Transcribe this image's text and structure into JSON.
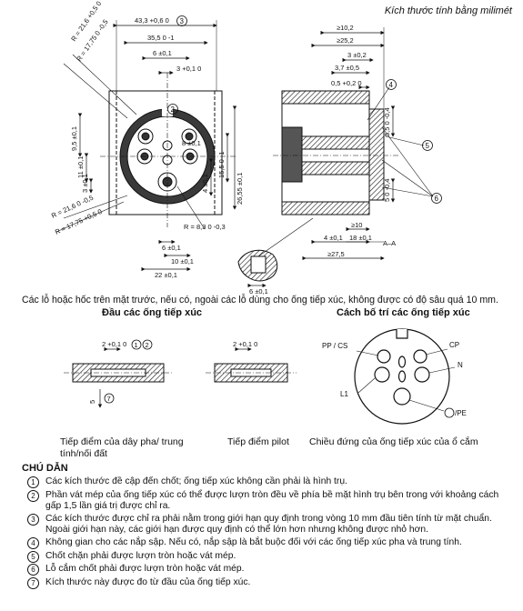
{
  "header": {
    "unit_note": "Kích thước tính bằng milimét"
  },
  "drawing": {
    "front_dims": [
      "43,3 +0,6 0",
      "35,5 0 -1",
      "6 ±0,1",
      "3 +0,1 0",
      "8 ±0,1",
      "9,5 ±0,1",
      "11 ±0,1",
      "3 ±0,1",
      "15,5 0 -1",
      "26,55 ±0,1",
      "4 ±0,1",
      "6 ±0,1",
      "10 ±0,1",
      "22 ±0,1",
      "R = 8,3 0 -0,3",
      "R = 21,6 +0,5 0",
      "R = 17,75 0 -0,5",
      "R = 21,6 0 -0,5",
      "R = 17,75 +0,5 0"
    ],
    "front_circled": [
      "3",
      "2"
    ],
    "side_dims": [
      "≥10,2",
      "≥25,2",
      "3 ±0,2",
      "3,7 ±0,5",
      "0,5 +0,2 0",
      "4 ±0,1",
      "18 ±0,1",
      "≥27,5",
      "≥10",
      "5,5 0 -0,4",
      "5 0 -0,4"
    ],
    "side_circled": [
      "4",
      "5",
      "6"
    ],
    "section_label": "A–A",
    "detail_dim": "6 ±0,1"
  },
  "note_top": "Các lỗ hoặc hốc trên mặt trước, nếu có, ngoài các lỗ dùng cho ống tiếp xúc, không được có độ sâu quá 10 mm.",
  "sections": {
    "contacts_title": "Đầu các ống tiếp xúc",
    "arrangement_title": "Cách bố trí các ống tiếp xúc"
  },
  "contact_dims": {
    "phase_top": "2 +0,1 0",
    "phase_dia": "5",
    "pilot_top": "2 +0,1 0",
    "circled": [
      "1",
      "2",
      "7"
    ]
  },
  "arrangement_labels": {
    "pp_cs": "PP / CS",
    "cp": "CP",
    "n": "N",
    "l1": "L1",
    "pe": "/PE"
  },
  "captions": {
    "phase": "Tiếp điểm của dây pha/ trung tính/nối đất",
    "pilot": "Tiếp điểm pilot",
    "view": "Chiều đứng của ống tiếp xúc của ổ cắm"
  },
  "legend": {
    "title": "CHÚ DẪN",
    "items": [
      {
        "num": "1",
        "text": "Các kích thước đề cập đến chốt; ống tiếp xúc không cần phải là hình trụ."
      },
      {
        "num": "2",
        "text": "Phần vát mép của ống tiếp xúc có thể được lượn tròn đều về phía bề mặt hình trụ bên trong với khoảng cách gấp 1,5 lần giá trị được chỉ ra."
      },
      {
        "num": "3",
        "text": "Các kích thước được chỉ ra phải nằm trong giới hạn quy định trong vòng 10 mm đầu tiên tính từ mặt chuẩn. Ngoài giới hạn này, các giới hạn được quy định có thể lớn hơn nhưng không được nhỏ hơn."
      },
      {
        "num": "4",
        "text": "Không gian cho các nắp sập. Nếu có, nắp sập là bắt buộc đối với các ống tiếp xúc pha và trung tính."
      },
      {
        "num": "5",
        "text": "Chốt chặn phải được lượn tròn hoặc vát mép."
      },
      {
        "num": "6",
        "text": "Lỗ cắm chốt phải được lượn tròn hoặc vát mép."
      },
      {
        "num": "7",
        "text": "Kích thước này được đo từ đầu của ống tiếp xúc."
      }
    ]
  }
}
